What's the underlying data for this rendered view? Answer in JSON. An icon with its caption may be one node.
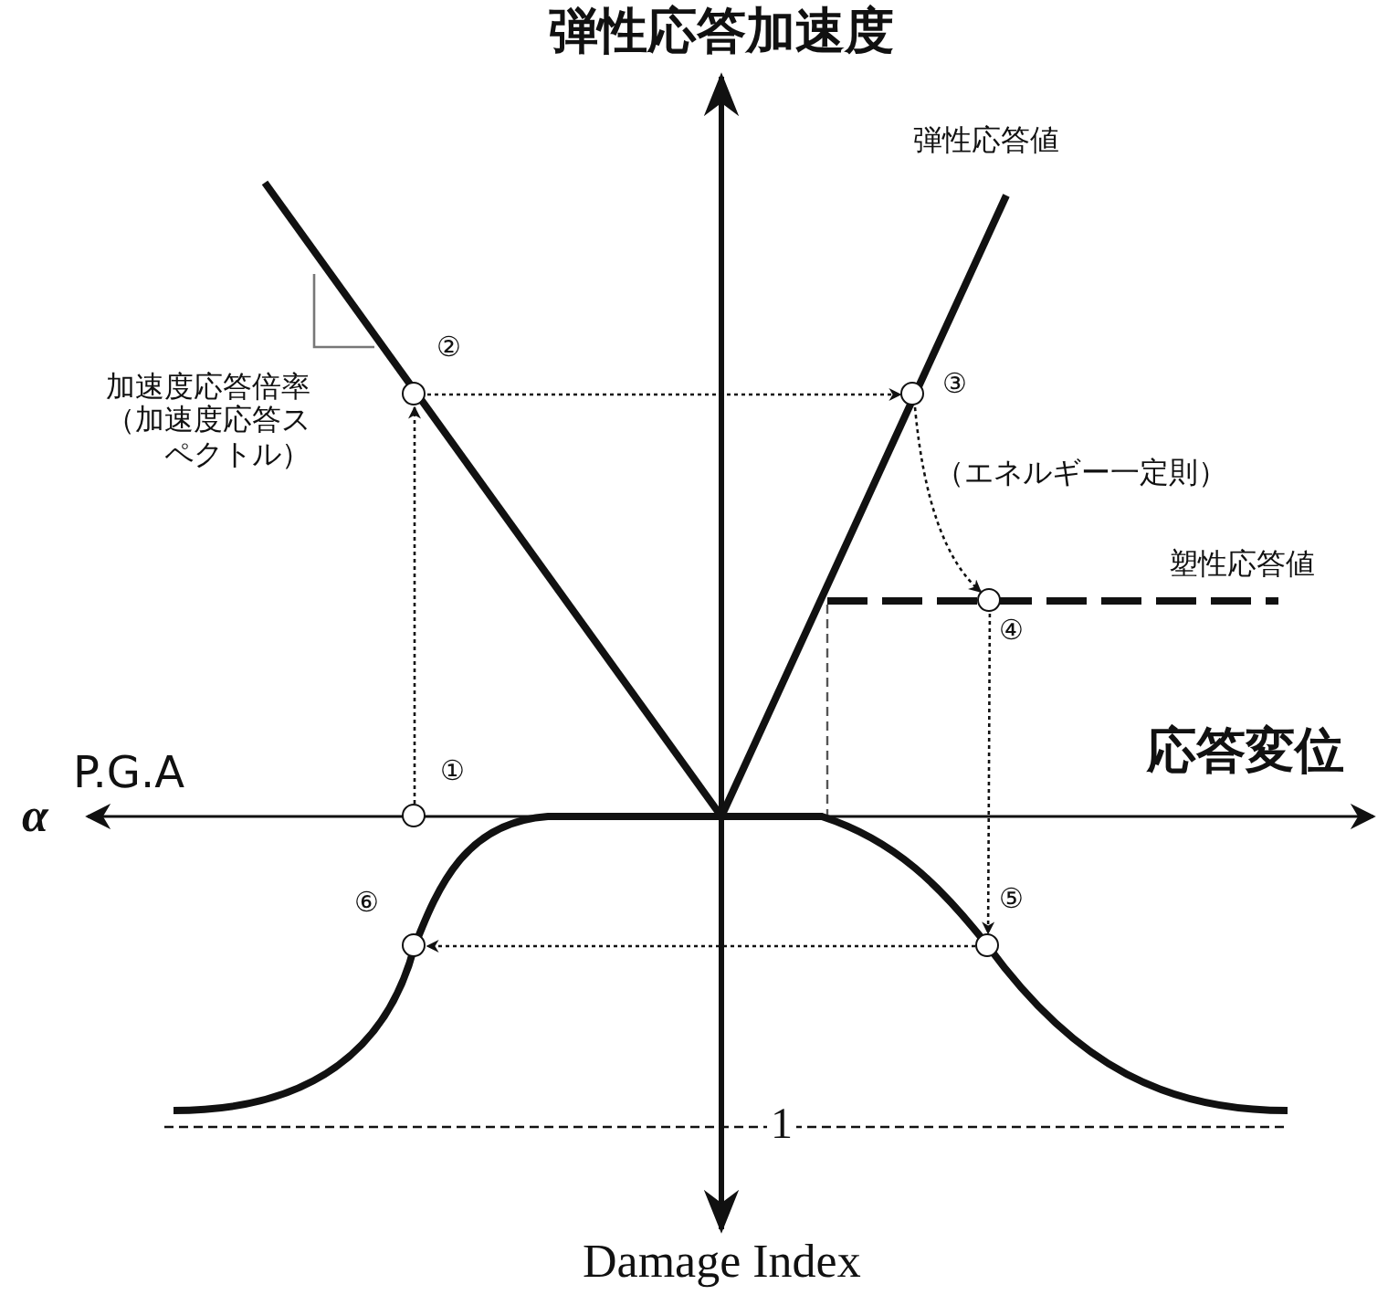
{
  "diagram": {
    "nodes": [
      {
        "text": [],
        "shape": "circle",
        "beside": [
          "①"
        ]
      },
      {
        "text": [],
        "shape": "circle",
        "beside": [
          "②"
        ]
      },
      {
        "text": [],
        "shape": "circle",
        "beside": [
          "③"
        ]
      },
      {
        "text": [],
        "shape": "circle",
        "beside": [
          "④"
        ]
      },
      {
        "text": [],
        "shape": "circle",
        "beside": [
          "⑤"
        ]
      },
      {
        "text": [],
        "shape": "circle",
        "beside": [
          "⑥"
        ]
      }
    ],
    "edges": [
      {
        "from": 0,
        "to": 1,
        "arrow": "to"
      },
      {
        "from": 1,
        "to": 2,
        "arrow": "to"
      },
      {
        "from": 2,
        "to": 3,
        "arrow": "to",
        "label": "（エネルギー一定則）"
      },
      {
        "from": 3,
        "to": 4,
        "arrow": "to"
      },
      {
        "from": 4,
        "to": 5,
        "arrow": "to"
      }
    ],
    "labels": [
      "弾性応答加速度",
      "弾性応答値",
      "加速度応答倍率（加速度応答スペクトル）",
      "塑性応答値",
      "P.G.A",
      "応答変位",
      "α",
      "1",
      "Damage Index"
    ]
  }
}
